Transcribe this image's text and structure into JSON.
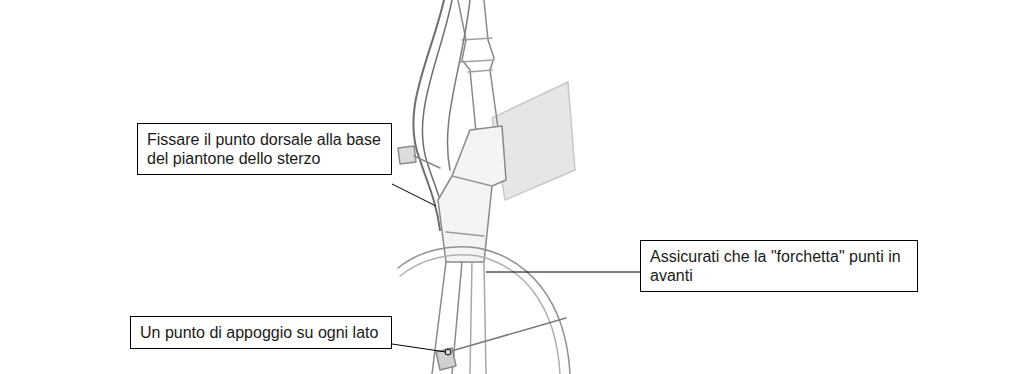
{
  "diagram": {
    "nodes": [
      {
        "text": [
          "Fissare il punto dorsale alla base del piantone dello sterzo"
        ]
      },
      {
        "text": [
          "Assicurati che la \"forchetta\" punti in avanti"
        ]
      },
      {
        "text": [
          "Un punto di appoggio su ogni lato"
        ]
      }
    ]
  }
}
